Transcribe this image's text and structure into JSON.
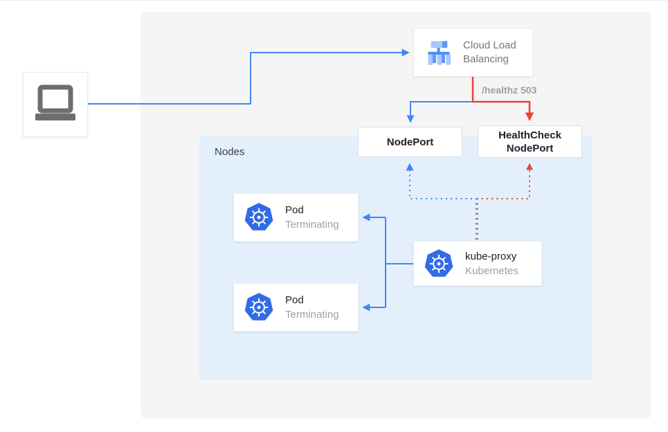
{
  "nodes_group": {
    "label": "Nodes"
  },
  "client": {
    "icon": "laptop-icon"
  },
  "cloud_load_balancing": {
    "label": "Cloud Load Balancing",
    "icon": "load-balancer-icon"
  },
  "node_port": {
    "label": "NodePort"
  },
  "health_check_node_port": {
    "label": "HealthCheck NodePort"
  },
  "pods": [
    {
      "title": "Pod",
      "status": "Terminating",
      "icon": "kubernetes-icon"
    },
    {
      "title": "Pod",
      "status": "Terminating",
      "icon": "kubernetes-icon"
    }
  ],
  "kube_proxy": {
    "title": "kube-proxy",
    "subtitle": "Kubernetes",
    "icon": "kubernetes-icon"
  },
  "edges": {
    "healthz_label": "/healthz 503"
  },
  "colors": {
    "traffic_blue": "#4285f4",
    "health_red": "#ea4335",
    "kubernetes_blue": "#326ce5",
    "canvas_bg": "#f5f5f5",
    "nodes_bg": "#e3f0fc",
    "gray_text": "#9aa0a6",
    "dark_text": "#202124"
  }
}
